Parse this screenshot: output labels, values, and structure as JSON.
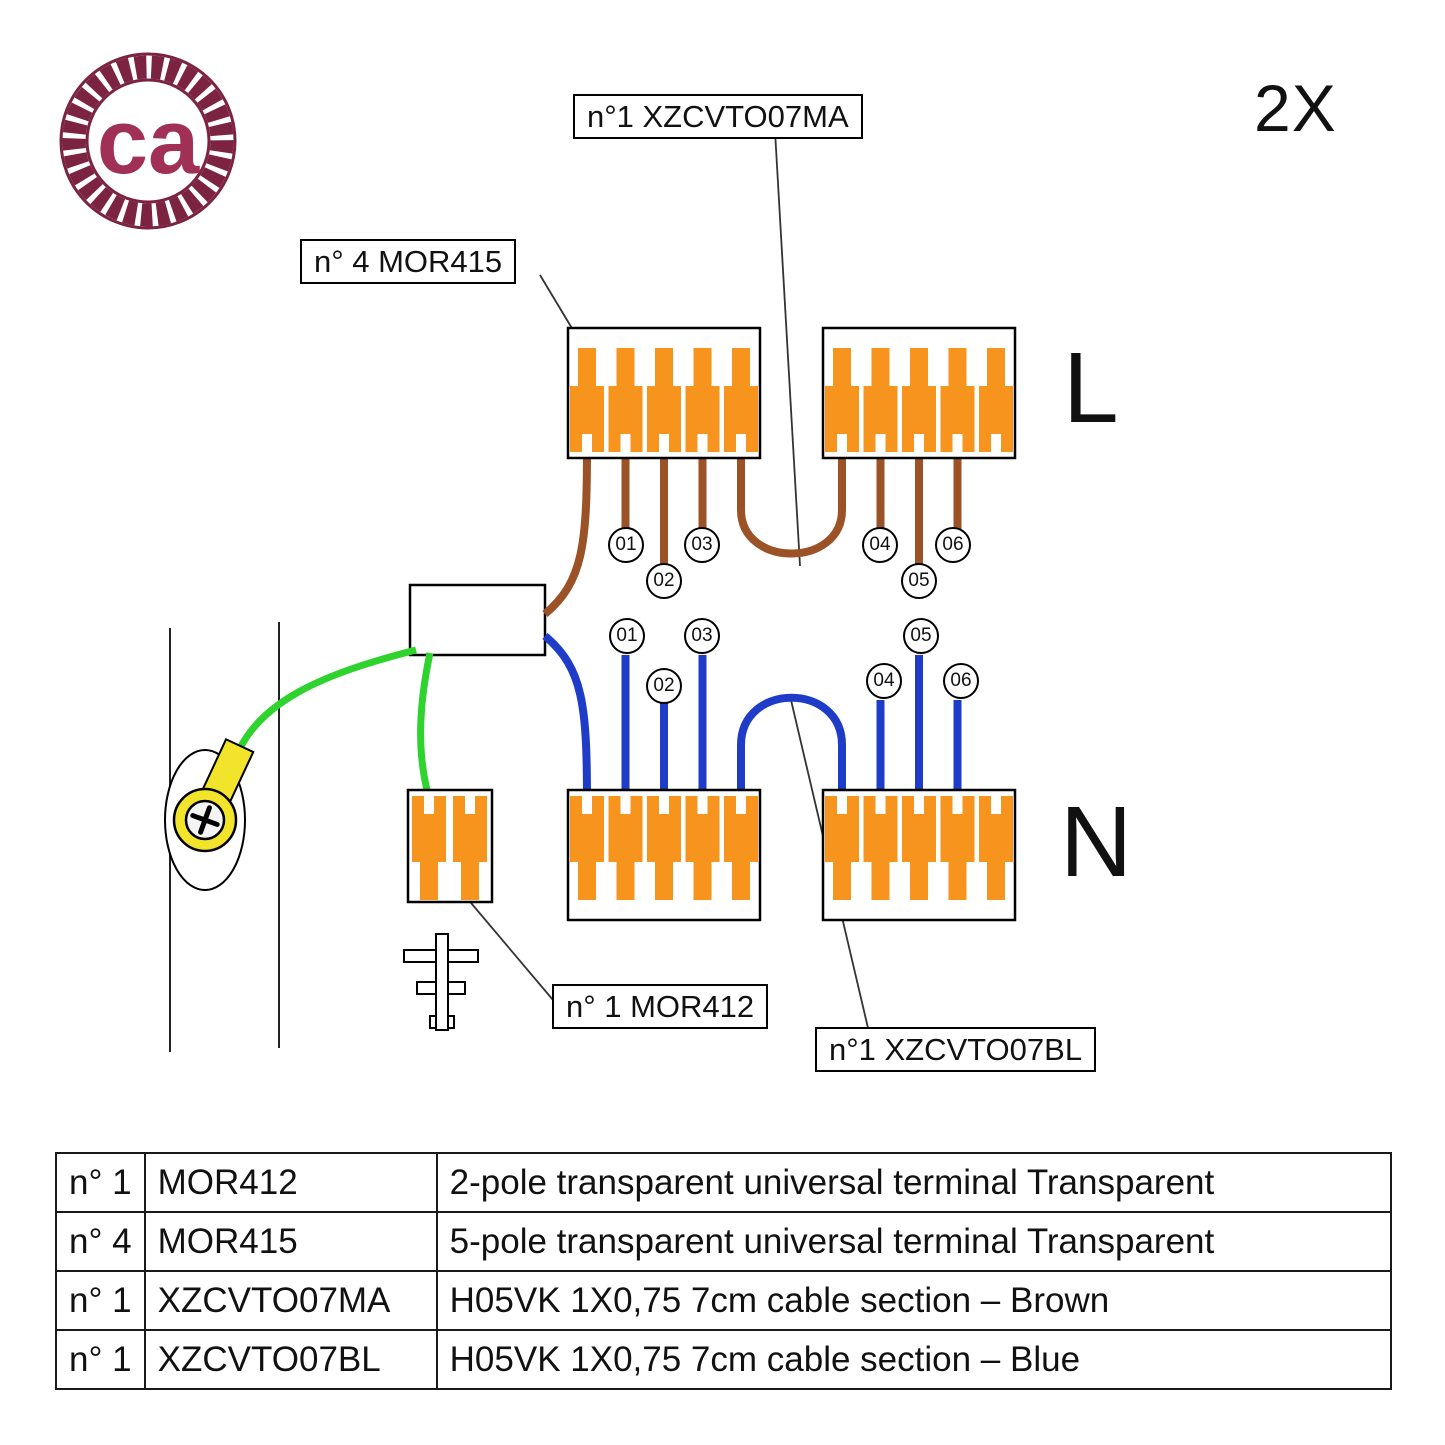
{
  "logo": {
    "text": "ca"
  },
  "quantity_note": "2X",
  "labels": {
    "xzcvto07ma": "n°1 XZCVTO07MA",
    "mor415": "n° 4 MOR415",
    "mor412": "n° 1 MOR412",
    "xzcvto07bl": "n°1 XZCVTO07BL",
    "line_l": "L",
    "line_n": "N"
  },
  "wire_markers": {
    "brown": [
      "01",
      "02",
      "03",
      "04",
      "05",
      "06"
    ],
    "blue": [
      "01",
      "02",
      "03",
      "04",
      "05",
      "06"
    ]
  },
  "colors": {
    "terminal_orange": "#f7941d",
    "wire_brown": "#9b5226",
    "wire_blue": "#1e3cc8",
    "wire_earth_green": "#2ed32e",
    "ring_terminal_yellow": "#f2e42a",
    "brand_maroon": "#7d2342",
    "brand_text_maroon": "#a03055"
  },
  "table": {
    "rows": [
      {
        "qty": "n° 1",
        "code": "MOR412",
        "desc": "2-pole transparent universal terminal Transparent"
      },
      {
        "qty": "n° 4",
        "code": "MOR415",
        "desc": "5-pole transparent universal terminal Transparent"
      },
      {
        "qty": "n° 1",
        "code": "XZCVTO07MA",
        "desc": "H05VK 1X0,75 7cm cable section – Brown"
      },
      {
        "qty": "n° 1",
        "code": "XZCVTO07BL",
        "desc": "H05VK 1X0,75 7cm cable section – Blue"
      }
    ]
  }
}
